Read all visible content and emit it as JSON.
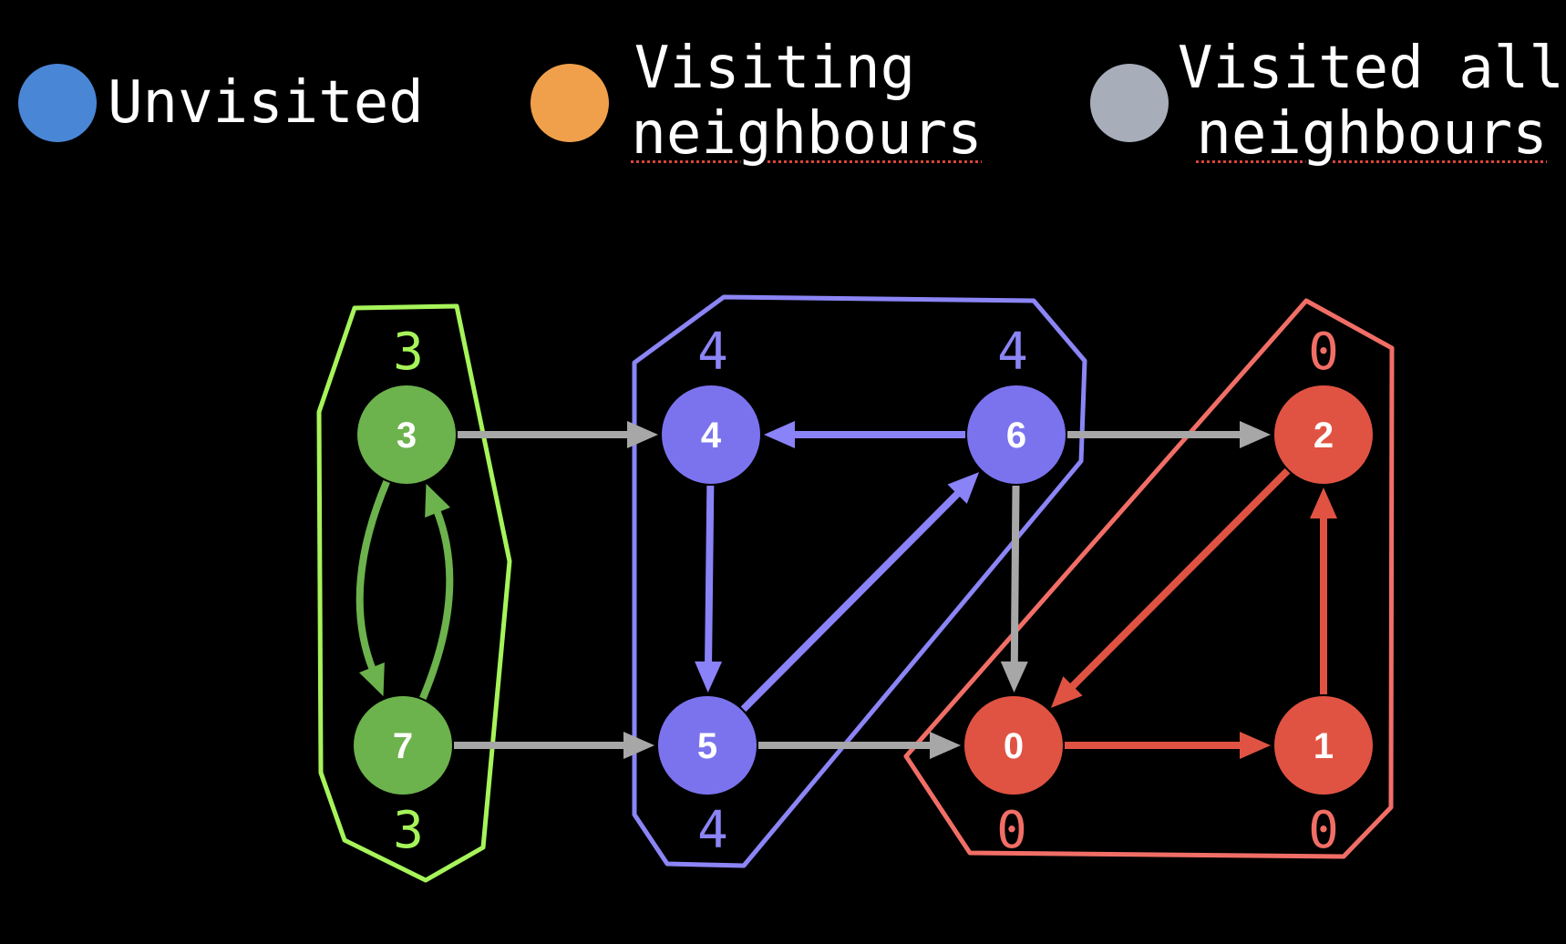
{
  "legend": {
    "unvisited": {
      "label": "Unvisited",
      "color": "#4a86d6"
    },
    "visiting": {
      "line1": "Visiting",
      "line2": "neighbours",
      "color": "#f0a04b"
    },
    "visited": {
      "line1": "Visited all",
      "line2": "neighbours",
      "color": "#a7adb9"
    }
  },
  "colors": {
    "green_node": "#6cb24d",
    "green_edge": "#6cb24d",
    "green_hull": "#a6f45a",
    "purple_node": "#7b73ee",
    "purple_edge": "#8a82f7",
    "purple_hull": "#8c85f6",
    "red_node": "#e05343",
    "red_edge": "#e05343",
    "red_hull": "#f16e66",
    "gray_edge": "#a7a7a7"
  },
  "nodes": [
    {
      "id": "3",
      "label": "3",
      "group": "green"
    },
    {
      "id": "7",
      "label": "7",
      "group": "green"
    },
    {
      "id": "4",
      "label": "4",
      "group": "purple"
    },
    {
      "id": "5",
      "label": "5",
      "group": "purple"
    },
    {
      "id": "6",
      "label": "6",
      "group": "purple"
    },
    {
      "id": "0",
      "label": "0",
      "group": "red"
    },
    {
      "id": "1",
      "label": "1",
      "group": "red"
    },
    {
      "id": "2",
      "label": "2",
      "group": "red"
    }
  ],
  "edges": [
    {
      "from": "3",
      "to": "7",
      "kind": "green"
    },
    {
      "from": "7",
      "to": "3",
      "kind": "green"
    },
    {
      "from": "3",
      "to": "4",
      "kind": "gray"
    },
    {
      "from": "7",
      "to": "5",
      "kind": "gray"
    },
    {
      "from": "6",
      "to": "4",
      "kind": "purple"
    },
    {
      "from": "4",
      "to": "5",
      "kind": "purple"
    },
    {
      "from": "5",
      "to": "6",
      "kind": "purple"
    },
    {
      "from": "6",
      "to": "2",
      "kind": "gray"
    },
    {
      "from": "6",
      "to": "0",
      "kind": "gray"
    },
    {
      "from": "5",
      "to": "0",
      "kind": "gray"
    },
    {
      "from": "2",
      "to": "0",
      "kind": "red"
    },
    {
      "from": "0",
      "to": "1",
      "kind": "red"
    },
    {
      "from": "1",
      "to": "2",
      "kind": "red"
    }
  ],
  "component_labels": {
    "node_3": "3",
    "node_7": "3",
    "node_4": "4",
    "node_6": "4",
    "node_5": "4",
    "node_2": "0",
    "node_0": "0",
    "node_1": "0"
  }
}
